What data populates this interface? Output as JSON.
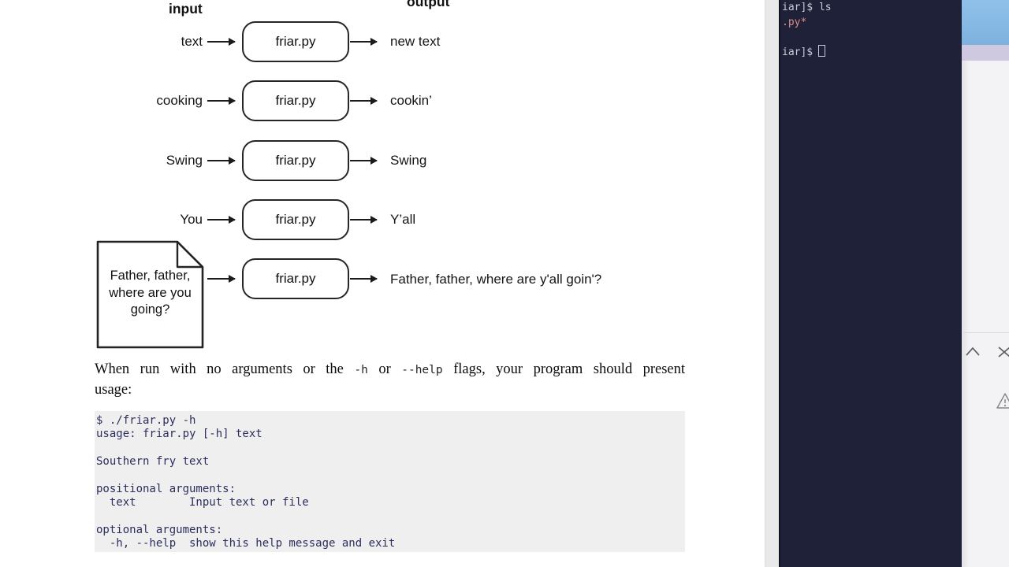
{
  "document": {
    "diagram": {
      "input_header": "input",
      "output_header": "output",
      "process_label": "friar.py",
      "rows": [
        {
          "input": "text",
          "box": "friar.py",
          "output": "new text"
        },
        {
          "input": "cooking",
          "box": "friar.py",
          "output": "cookin’"
        },
        {
          "input": "Swing",
          "box": "friar.py",
          "output": "Swing"
        },
        {
          "input": "You",
          "box": "friar.py",
          "output": "Y’all"
        },
        {
          "box": "friar.py",
          "output": "Father, father, where are y'all goin'?"
        }
      ],
      "file_icon_text": "Father, father,\nwhere are you\ngoing?"
    },
    "paragraph": {
      "seg1": "When run with no arguments or the ",
      "code1": "-h",
      "seg2": " or ",
      "code2": "--help",
      "seg3": " flags, your program should present",
      "line2": "usage:"
    },
    "code_block": "$ ./friar.py -h\nusage: friar.py [-h] text\n\nSouthern fry text\n\npositional arguments:\n  text        Input text or file\n\noptional arguments:\n  -h, --help  show this help message and exit"
  },
  "terminal": {
    "line1": "iar]$ ls",
    "line2": ".py*",
    "prompt2": "iar]$"
  },
  "side_panel": {
    "icons": [
      "chevron-up-icon",
      "close-icon",
      "warning-icon"
    ]
  },
  "colors": {
    "terminal_bg": "#1f2138",
    "terminal_text": "#c9cdd9",
    "terminal_executable": "#d98e88",
    "code_block_bg": "#efeff0",
    "code_block_text": "#2b2e5c",
    "panel_blue": "#8fc1ea",
    "panel_lavender": "#cfc8e1",
    "panel_light": "#f3f3f5"
  }
}
